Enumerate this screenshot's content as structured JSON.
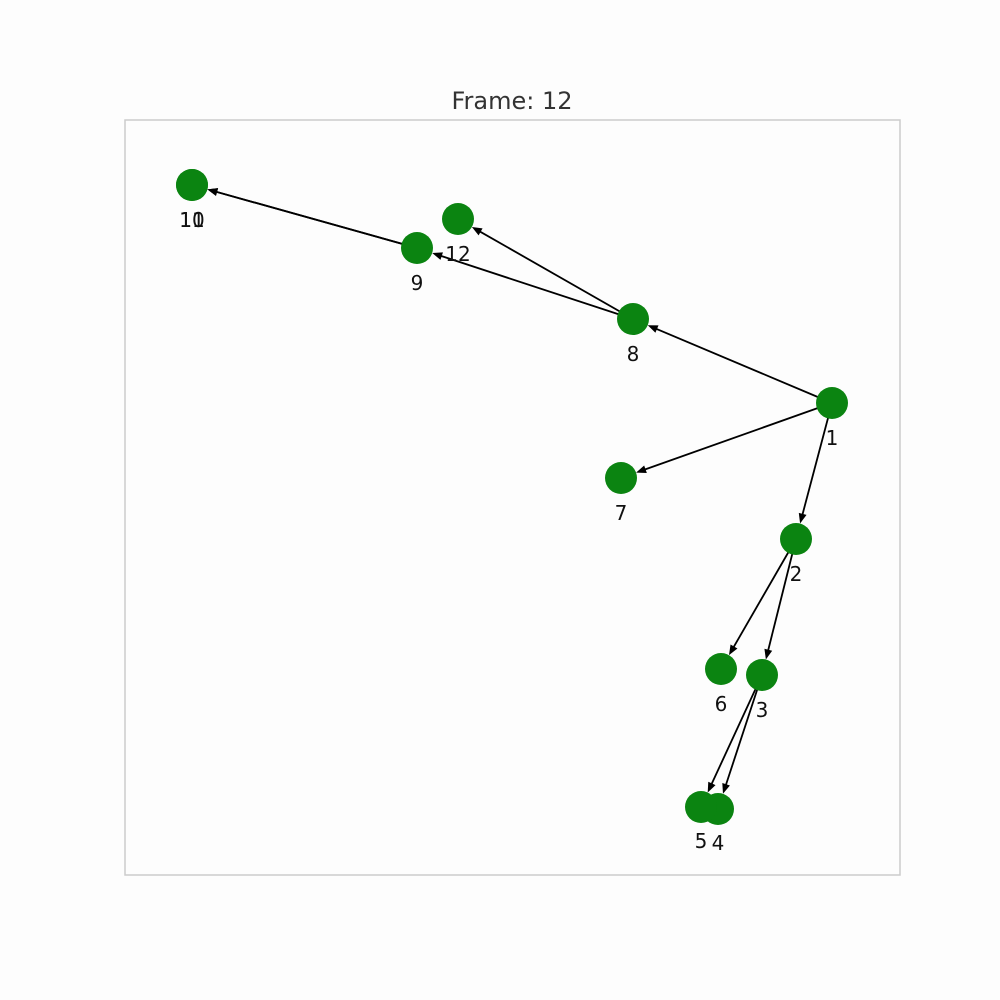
{
  "title": "Frame: 12",
  "style": {
    "node_color": "#0b8411",
    "edge_color": "#000000",
    "frame_color": "#cccccc",
    "background": "#fdfdfd"
  },
  "graph": {
    "nodes": [
      {
        "id": "1",
        "label": "1"
      },
      {
        "id": "2",
        "label": "2"
      },
      {
        "id": "3",
        "label": "3"
      },
      {
        "id": "4",
        "label": "4"
      },
      {
        "id": "5",
        "label": "5"
      },
      {
        "id": "6",
        "label": "6"
      },
      {
        "id": "7",
        "label": "7"
      },
      {
        "id": "8",
        "label": "8"
      },
      {
        "id": "9",
        "label": "9"
      },
      {
        "id": "10",
        "label": "10"
      },
      {
        "id": "11",
        "label": "11"
      },
      {
        "id": "12",
        "label": "12"
      }
    ],
    "edges": [
      {
        "source": "1",
        "target": "8"
      },
      {
        "source": "1",
        "target": "7"
      },
      {
        "source": "1",
        "target": "2"
      },
      {
        "source": "2",
        "target": "6"
      },
      {
        "source": "2",
        "target": "3"
      },
      {
        "source": "3",
        "target": "5"
      },
      {
        "source": "3",
        "target": "4"
      },
      {
        "source": "8",
        "target": "12"
      },
      {
        "source": "8",
        "target": "9"
      },
      {
        "source": "9",
        "target": "10"
      },
      {
        "source": "9",
        "target": "11"
      }
    ]
  }
}
